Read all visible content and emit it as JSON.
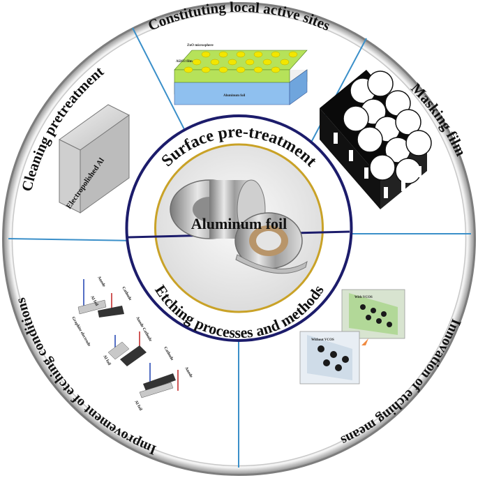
{
  "center": {
    "label": "Aluminum foil"
  },
  "inner_ring": {
    "top": "Surface pre-treatment",
    "bottom": "Etching processes and methods"
  },
  "sections": [
    {
      "label": "Constituting local active sites"
    },
    {
      "label": "Masking film"
    },
    {
      "label": "Innovation of etching means"
    },
    {
      "label": "Improvement of etching conditions"
    },
    {
      "label": "Cleaning pretreatment"
    }
  ],
  "illustrations": {
    "active_sites": {
      "zno_label": "ZnO microsphere",
      "al2o3_label": "Al2O3 film",
      "foil_label": "Aluminum foil"
    },
    "cleaning": {
      "block_label": "Electropolished Al"
    },
    "electrodes": {
      "anode": "Anode",
      "cathode": "Cathode",
      "al_foil": "Al foil",
      "graphite": "Graphite electrode",
      "anode_cathode": "Anode Cathode"
    },
    "etching_means": {
      "with_label": "With VCOS",
      "without_label": "Without VCOS"
    }
  },
  "colors": {
    "outer_ring_dark": "#8a8a8a",
    "outer_ring_light": "#e6e6e6",
    "divider": "#3a8fc9",
    "inner_ring": "#1c1c6b",
    "gold_ring": "#c9a227",
    "yellow_dots": "#f2e600",
    "green_layer": "#b6e25a",
    "blue_layer": "#8fc0ef"
  }
}
